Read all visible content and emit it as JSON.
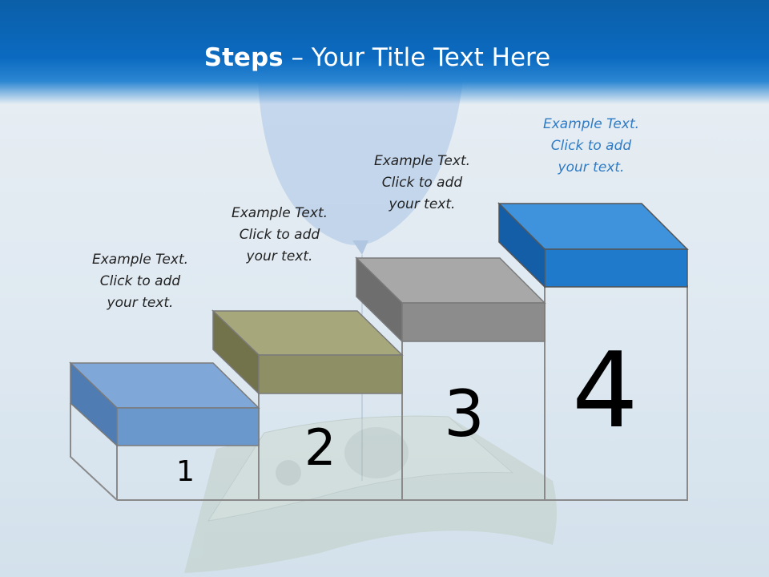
{
  "slide": {
    "title_bold": "Steps",
    "title_rest": " – Your Title Text Here"
  },
  "steps": [
    {
      "number": "1",
      "caption": [
        "Example Text.",
        "Click  to add",
        "your text."
      ],
      "color": "#6a98cc"
    },
    {
      "number": "2",
      "caption": [
        "Example Text.",
        "Click  to add",
        "your text."
      ],
      "color": "#8f8f66"
    },
    {
      "number": "3",
      "caption": [
        "Example Text.",
        "Click  to add",
        "your text."
      ],
      "color": "#8c8c8c"
    },
    {
      "number": "4",
      "caption": [
        "Example Text.",
        "Click  to add",
        "your text."
      ],
      "color": "#1f7acb"
    }
  ],
  "colors": {
    "header": "#0b6ac0",
    "title_text": "#ffffff",
    "caption_blue": "#2e7bc4"
  }
}
